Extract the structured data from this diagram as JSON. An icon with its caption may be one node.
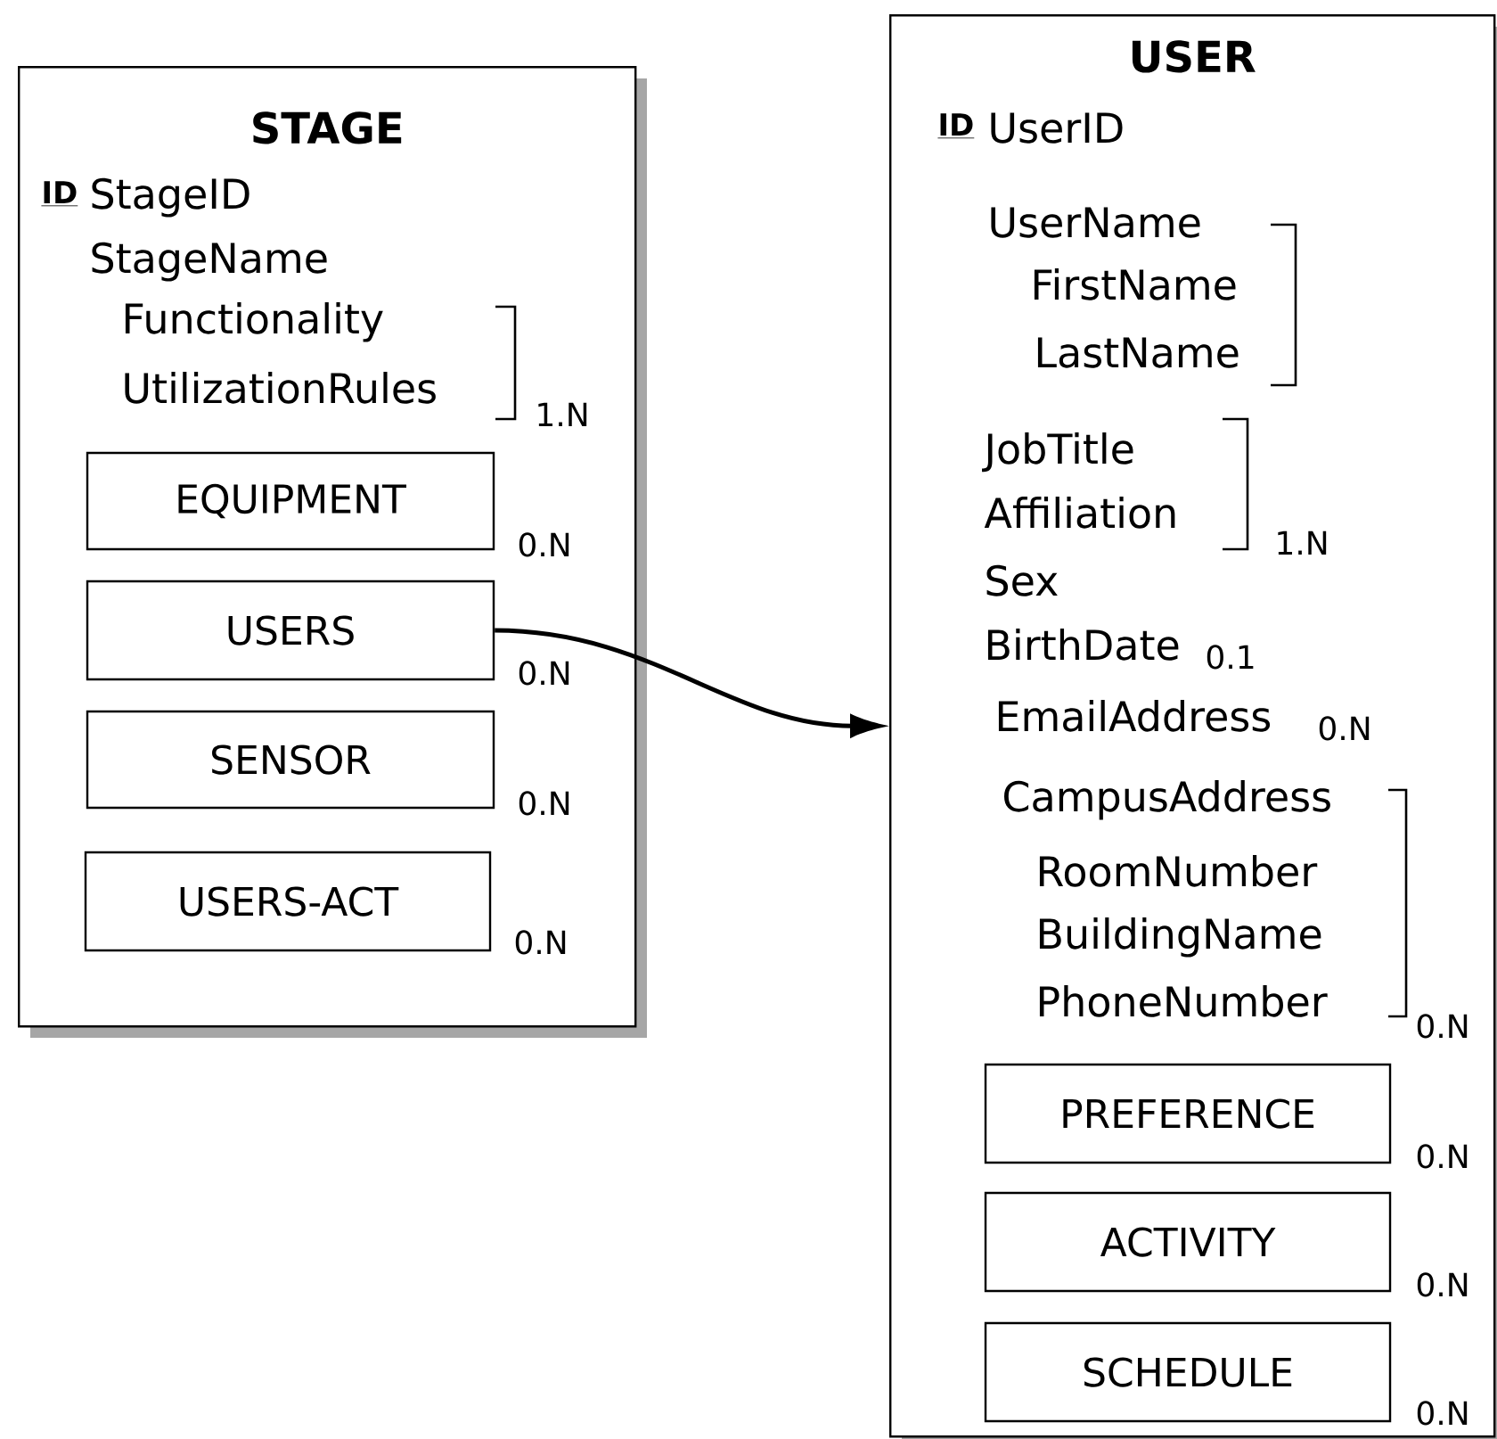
{
  "diagram": {
    "nodes": [
      {
        "text": [
          "STAGE"
        ]
      },
      {
        "text": [
          "EQUIPMENT"
        ],
        "in": 0,
        "beside": [
          "0.N"
        ]
      },
      {
        "text": [
          "USERS"
        ],
        "in": 0,
        "beside": [
          "0.N"
        ]
      },
      {
        "text": [
          "SENSOR"
        ],
        "in": 0,
        "beside": [
          "0.N"
        ]
      },
      {
        "text": [
          "USERS-ACT"
        ],
        "in": 0,
        "beside": [
          "0.N"
        ]
      },
      {
        "text": [
          "USER"
        ]
      },
      {
        "text": [
          "PREFERENCE"
        ],
        "in": 5,
        "beside": [
          "0.N"
        ]
      },
      {
        "text": [
          "ACTIVITY"
        ],
        "in": 5,
        "beside": [
          "0.N"
        ]
      },
      {
        "text": [
          "SCHEDULE"
        ],
        "in": 5,
        "beside": [
          "0.N"
        ]
      }
    ],
    "edges": [
      {
        "from": 2,
        "to": 5,
        "arrow": "to"
      }
    ],
    "labels": [
      "ID",
      "StageID",
      "StageName",
      "Functionality",
      "UtilizationRules",
      "1.N",
      "ID",
      "UserID",
      "UserName",
      "FirstName",
      "LastName",
      "JobTitle",
      "Affiliation",
      "1.N",
      "Sex",
      "BirthDate",
      "0.1",
      "EmailAddress",
      "0.N",
      "CampusAddress",
      "RoomNumber",
      "BuildingName",
      "PhoneNumber",
      "0.N"
    ]
  }
}
